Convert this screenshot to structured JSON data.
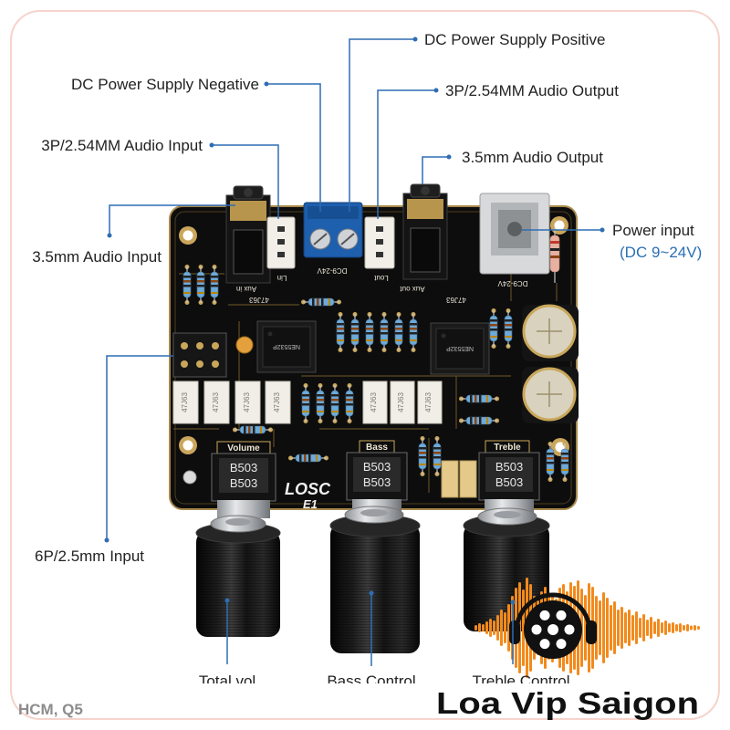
{
  "annotations": {
    "dc_positive": "DC Power Supply Positive",
    "dc_negative": "DC Power Supply Negative",
    "audio_output_3p": "3P/2.54MM Audio Output",
    "audio_input_3p": "3P/2.54MM Audio Input",
    "audio_output_35": "3.5mm Audio Output",
    "audio_input_35": "3.5mm Audio Input",
    "power_input": "Power input",
    "power_input_range": "(DC 9~24V)",
    "input_6p": "6P/2.5mm Input",
    "total_vol": "Total vol",
    "bass_control": "Bass Control",
    "treble_control": "Treble Control"
  },
  "board": {
    "model": "LOSC",
    "model_sub": "E1",
    "pot_labels": [
      "Volume",
      "Bass",
      "Treble"
    ],
    "pot_value": "B503",
    "dc_marking": "DC9-24V",
    "aux_in": "Aux in",
    "lin": "Lin",
    "aux_out": "Aux out",
    "lout": "Lout",
    "chip": "NE5532P",
    "cap_marking": "47J63"
  },
  "watermark": {
    "location": "HCM, Q5",
    "brand": "Loa Vip Saigon"
  },
  "colors": {
    "annotation_line": "#2e6db4",
    "range_text": "#2a6fb5",
    "brand_wave": "#f28a1c",
    "board": "#0d0d0d",
    "board_trim": "#a8894a"
  }
}
